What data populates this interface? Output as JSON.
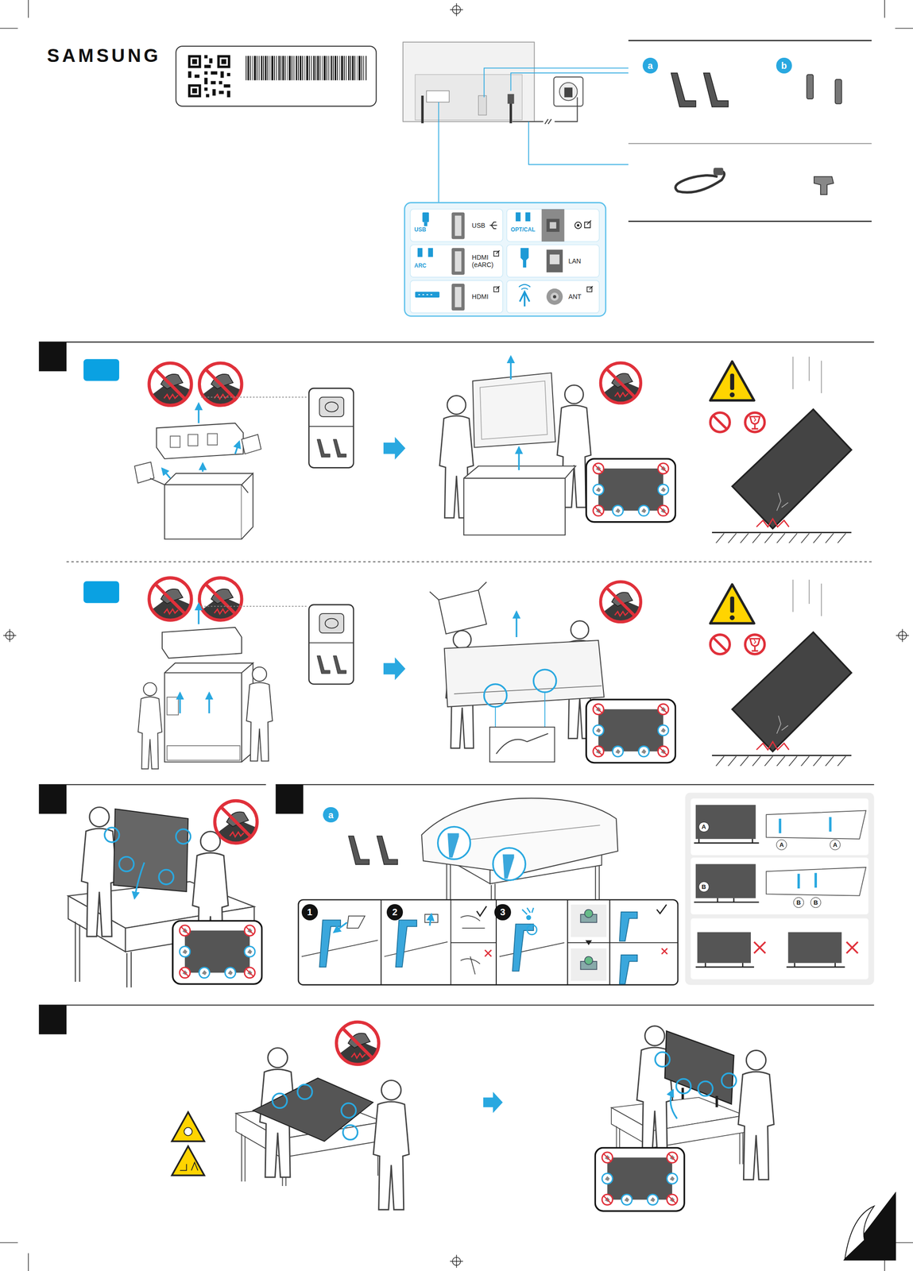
{
  "diagram": {
    "nodes": [
      {
        "text": [
          "a"
        ]
      },
      {
        "text": [
          "b"
        ]
      },
      {
        "text": [
          "USB",
          "USB"
        ]
      },
      {
        "text": [
          "OPT/CAL"
        ]
      },
      {
        "text": [
          "ARC",
          "HDMI (eARC)"
        ]
      },
      {
        "text": [
          "LAN"
        ]
      },
      {
        "text": [
          "HDMI"
        ]
      },
      {
        "text": [
          "ANT"
        ]
      },
      {
        "text": [
          "a"
        ]
      },
      {
        "text": [
          "1"
        ]
      },
      {
        "text": [
          "2"
        ]
      },
      {
        "text": [
          "3"
        ]
      },
      {
        "text": [
          "A"
        ]
      },
      {
        "text": [
          "A"
        ]
      },
      {
        "text": [
          "A"
        ]
      },
      {
        "text": [
          "B"
        ]
      },
      {
        "text": [
          "B"
        ]
      },
      {
        "text": [
          "B"
        ]
      }
    ],
    "labels": [
      "SAMSUNG"
    ]
  }
}
